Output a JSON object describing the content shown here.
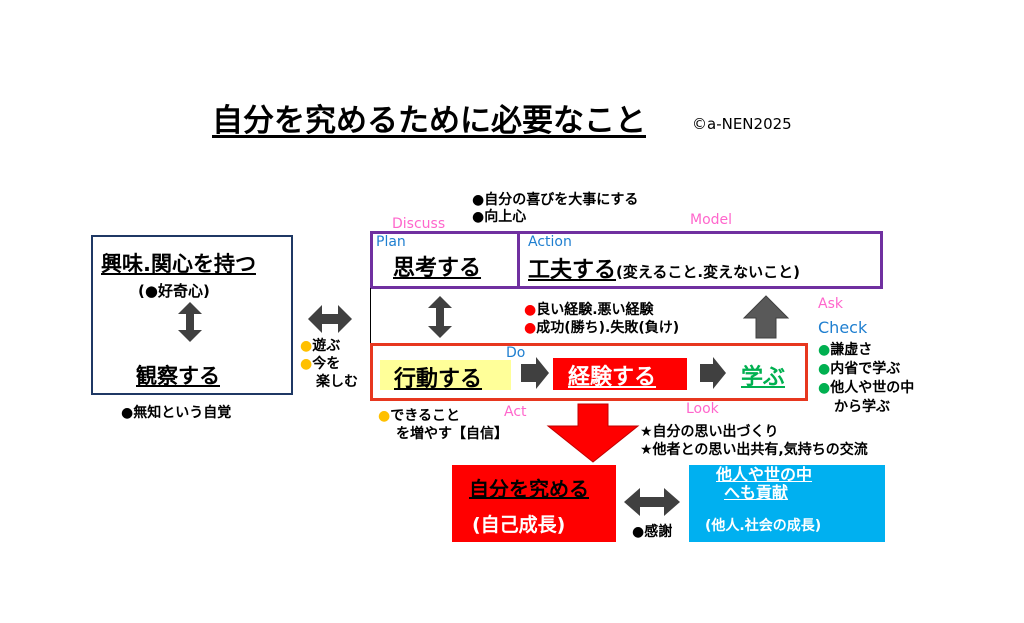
{
  "title": "自分を究めるために必要なこと",
  "copyright": "©a-NEN2025",
  "left_box": {
    "top_text": "興味.関心を持つ",
    "sub_text": "(●好奇心)",
    "bottom_text": "観察する",
    "below_note": "●無知という自覚"
  },
  "play_notes": [
    "●遊ぶ",
    "●今を",
    "楽しむ"
  ],
  "top_notes": [
    "●自分の喜びを大事にする",
    "●向上心"
  ],
  "labels": {
    "discuss": "Discuss",
    "model": "Model",
    "plan": "Plan",
    "action": "Action",
    "do": "Do",
    "act": "Act",
    "look": "Look",
    "ask": "Ask",
    "check": "Check"
  },
  "think": "思考する",
  "kufu_main": "工夫する",
  "kufu_sub": "(変えること.変えないこと)",
  "experience_notes": [
    "●良い経験.悪い経験",
    "●成功(勝ち).失敗(負け)"
  ],
  "act_label": "行動する",
  "experience_label": "経験する",
  "learn_label": "学ぶ",
  "humility_notes": [
    "●謙虚さ",
    "●内省で学ぶ",
    "●他人や世の中",
    "から学ぶ"
  ],
  "confidence_notes": [
    "●できること",
    "を増やす【自信】"
  ],
  "memory_notes": [
    "★自分の思い出づくり",
    "★他者との思い出共有,気持ちの交流"
  ],
  "result_left": {
    "line1": "自分を究める",
    "line2": "(自己成長)"
  },
  "result_right": {
    "line1": "他人や世の中",
    "line2": "へも貢献",
    "line3": "(他人.社会の成長)"
  },
  "gratitude": "●感謝",
  "colors": {
    "purple": "#7030a0",
    "red": "#ff0000",
    "cyan": "#00b0f0",
    "yellow_fill": "#ffff99",
    "navy": "#1f3864",
    "pink": "#ff66cc",
    "label_blue": "#1f7fd0",
    "green": "#00b050",
    "arrow_gray": "#595959"
  }
}
